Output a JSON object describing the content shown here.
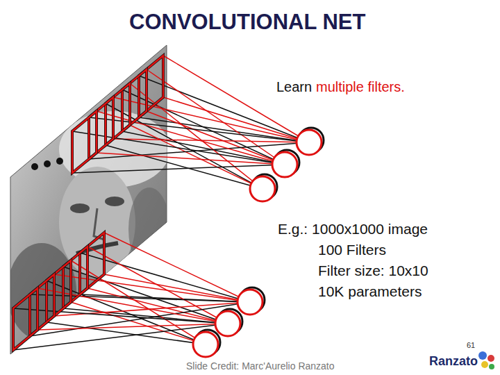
{
  "diagram": {
    "title": "CONVOLUTIONAL NET",
    "labels": [
      "Learn",
      "multiple filters.",
      "E.g.: 1000x1000 image",
      "100 Filters",
      "Filter size: 10x10",
      "10K parameters",
      "61",
      "Slide Credit: Marc'Aurelio Ranzato",
      "Ranzato"
    ]
  }
}
